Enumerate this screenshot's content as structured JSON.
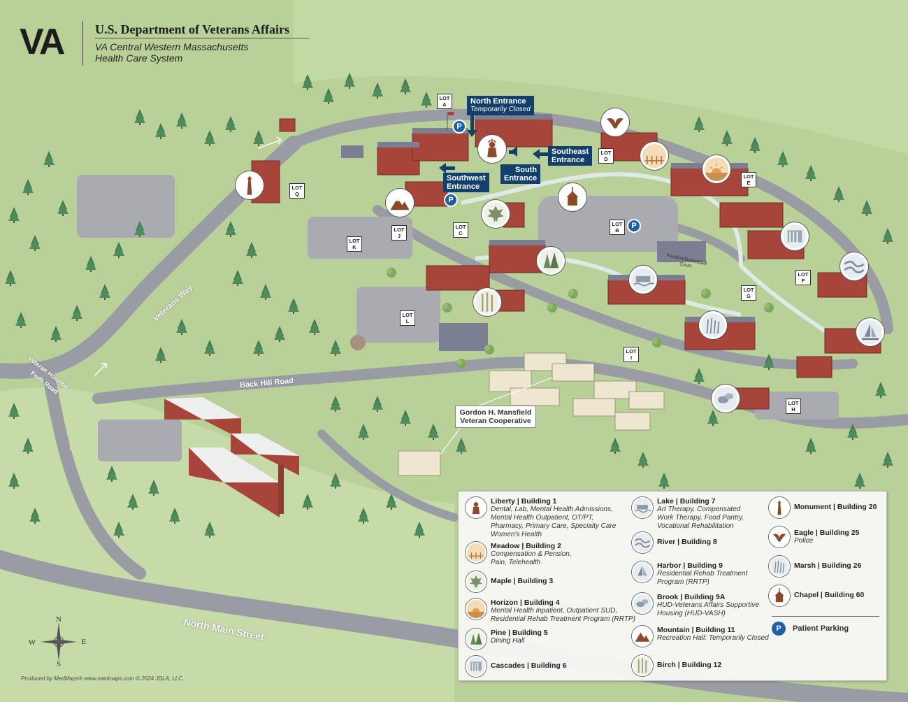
{
  "header": {
    "logo": "VA",
    "department": "U.S. Department of Veterans Affairs",
    "system_line1": "VA Central Western Massachusetts",
    "system_line2": "Health Care System"
  },
  "lots": [
    {
      "id": "lot-a",
      "top": "LOT",
      "letter": "A"
    },
    {
      "id": "lot-b",
      "top": "LOT",
      "letter": "B"
    },
    {
      "id": "lot-c",
      "top": "LOT",
      "letter": "C"
    },
    {
      "id": "lot-d",
      "top": "LOT",
      "letter": "D"
    },
    {
      "id": "lot-e",
      "top": "LOT",
      "letter": "E"
    },
    {
      "id": "lot-f",
      "top": "LOT",
      "letter": "F"
    },
    {
      "id": "lot-g",
      "top": "LOT",
      "letter": "G"
    },
    {
      "id": "lot-h",
      "top": "LOT",
      "letter": "H"
    },
    {
      "id": "lot-i",
      "top": "LOT",
      "letter": "I"
    },
    {
      "id": "lot-j",
      "top": "LOT",
      "letter": "J"
    },
    {
      "id": "lot-k",
      "top": "LOT",
      "letter": "K"
    },
    {
      "id": "lot-l",
      "top": "LOT",
      "letter": "L"
    },
    {
      "id": "lot-q",
      "top": "LOT",
      "letter": "Q"
    }
  ],
  "parking_symbol": "P",
  "entrances": {
    "north": {
      "label": "North Entrance",
      "note": "Temporarily Closed"
    },
    "southeast": {
      "label1": "Southeast",
      "label2": "Entrance"
    },
    "southwest": {
      "label1": "Southwest",
      "label2": "Entrance"
    },
    "south": {
      "label1": "South",
      "label2": "Entrance"
    }
  },
  "roads": {
    "veterans_way": "Veterans Way",
    "farm_road_1": "Veteran Hospital",
    "farm_road_2": "Farm Road",
    "back_hill": "Back Hill Road",
    "north_main": "North Main Street"
  },
  "callout": {
    "line1": "Gordon H. Mansfield",
    "line2": "Veteran Cooperative"
  },
  "court": {
    "line1": "Pavilion/Basketball",
    "line2": "Court"
  },
  "compass": {
    "n": "N",
    "s": "S",
    "e": "E",
    "w": "W"
  },
  "credit": "Produced by MedMaps®  www.medmaps.com   © 2024 JDLA, LLC",
  "colors": {
    "grass": "#b9d199",
    "road": "#9a9ca3",
    "brick": "#a8453a",
    "roof": "#7c7f91",
    "entrance_bg": "#123f6b",
    "parking_blue": "#1f5fa8",
    "icon_brown": "#8a4a2a"
  },
  "legend": {
    "col1": [
      {
        "icon": "liberty-icon",
        "name": "Liberty | Building 1",
        "desc": "Dental, Lab, Mental Health Admissions,\nMental Health Outpatient, OT/PT,\nPharmacy, Primary Care, Specialty Care\nWomen's Health"
      },
      {
        "icon": "meadow-icon",
        "name": "Meadow | Building 2",
        "desc": "Compensation & Pension,\nPain, Telehealth"
      },
      {
        "icon": "maple-icon",
        "name": "Maple | Building 3",
        "desc": ""
      },
      {
        "icon": "horizon-icon",
        "name": "Horizon | Building 4",
        "desc": "Mental Health Inpatient, Outpatient SUD,\nResidential Rehab Treatment Program (RRTP)"
      },
      {
        "icon": "pine-icon",
        "name": "Pine | Building 5",
        "desc": "Dining Hall"
      },
      {
        "icon": "cascades-icon",
        "name": "Cascades | Building 6",
        "desc": ""
      }
    ],
    "col2": [
      {
        "icon": "lake-icon",
        "name": "Lake | Building 7",
        "desc": "Art Therapy, Compensated\nWork Therapy, Food Pantry,\nVocational Rehabilitation"
      },
      {
        "icon": "river-icon",
        "name": "River | Building 8",
        "desc": ""
      },
      {
        "icon": "harbor-icon",
        "name": "Harbor | Building 9",
        "desc": "Residential Rehab Treatment\nProgram (RRTP)"
      },
      {
        "icon": "brook-icon",
        "name": "Brook | Building 9A",
        "desc": "HUD-Veterans Affairs Supportive\nHousing (HUD-VASH)"
      },
      {
        "icon": "mountain-icon",
        "name": "Mountain | Building 11",
        "desc": "Recreation Hall: Temporarily Closed"
      },
      {
        "icon": "birch-icon",
        "name": "Birch | Building 12",
        "desc": ""
      }
    ],
    "col3": [
      {
        "icon": "monument-icon",
        "name": "Monument | Building 20",
        "desc": ""
      },
      {
        "icon": "eagle-icon",
        "name": "Eagle | Building 25",
        "desc": "Police"
      },
      {
        "icon": "marsh-icon",
        "name": "Marsh | Building 26",
        "desc": ""
      },
      {
        "icon": "chapel-icon",
        "name": "Chapel | Building 60",
        "desc": ""
      }
    ],
    "patient_parking": "Patient Parking"
  }
}
